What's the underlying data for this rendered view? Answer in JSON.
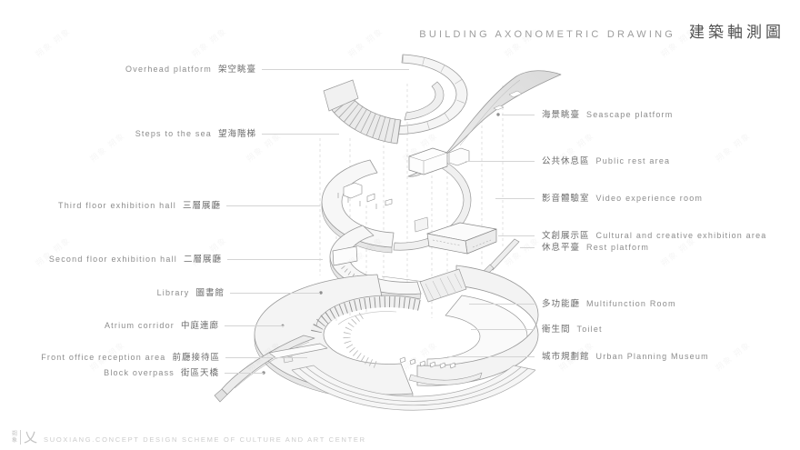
{
  "title": {
    "en": "BUILDING AXONOMETRIC DRAWING",
    "zh": "建築軸測圖"
  },
  "labels": {
    "left": [
      {
        "en": "Overhead platform",
        "zh": "架空眺臺"
      },
      {
        "en": "Steps to the sea",
        "zh": "望海階梯"
      },
      {
        "en": "Third floor exhibition hall",
        "zh": "三層展廳"
      },
      {
        "en": "Second floor exhibition hall",
        "zh": "二層展廳"
      },
      {
        "en": "Library",
        "zh": "圖書館"
      },
      {
        "en": "Atrium corridor",
        "zh": "中庭連廊"
      },
      {
        "en": "Front office reception area",
        "zh": "前廳接待區"
      },
      {
        "en": "Block overpass",
        "zh": "街區天橋"
      }
    ],
    "right": [
      {
        "zh": "海景眺臺",
        "en": "Seascape platform"
      },
      {
        "zh": "公共休息區",
        "en": "Public rest area"
      },
      {
        "zh": "影音體驗室",
        "en": "Video experience room"
      },
      {
        "zh": "文創展示區",
        "en": "Cultural and creative exhibition area"
      },
      {
        "zh": "休息平臺",
        "en": "Rest platform"
      },
      {
        "zh": "多功能廳",
        "en": "Multifunction Room"
      },
      {
        "zh": "衛生間",
        "en": "Toilet"
      },
      {
        "zh": "城市規劃館",
        "en": "Urban Planning Museum"
      }
    ]
  },
  "footer": {
    "logo_char_top": "朔",
    "logo_char_bottom": "象",
    "logo_glyph": "乂",
    "text": "SUOXIANG.CONCEPT DESIGN SCHEME OF CULTURE AND ART CENTER"
  },
  "watermark": {
    "text": "朔象"
  },
  "colors": {
    "background": "#ffffff",
    "title_en": "#9d9d9d",
    "title_zh": "#4e4e4e",
    "label_en": "#8c8c8c",
    "label_zh": "#6b6b6b",
    "leader_line": "#d4d4d4",
    "drawing_line": "#9a9a9a",
    "drawing_fill_light": "#f5f5f5",
    "drawing_fill_mid": "#e8e8e8",
    "footer_text": "#cccccc"
  }
}
